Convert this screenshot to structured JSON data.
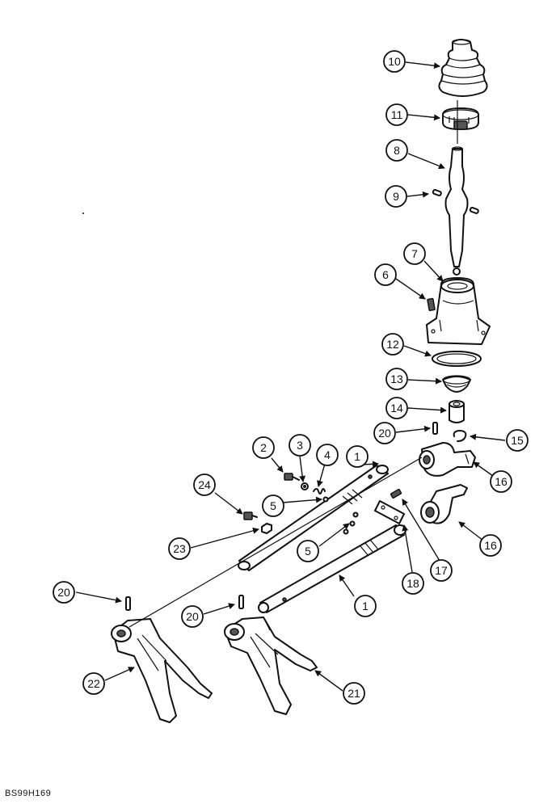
{
  "figure_ref": "BS99H169",
  "callouts": [
    {
      "id": "c10",
      "text": "10"
    },
    {
      "id": "c11",
      "text": "11"
    },
    {
      "id": "c8",
      "text": "8"
    },
    {
      "id": "c9",
      "text": "9"
    },
    {
      "id": "c7",
      "text": "7"
    },
    {
      "id": "c6",
      "text": "6"
    },
    {
      "id": "c12",
      "text": "12"
    },
    {
      "id": "c13",
      "text": "13"
    },
    {
      "id": "c14",
      "text": "14"
    },
    {
      "id": "c20a",
      "text": "20"
    },
    {
      "id": "c15",
      "text": "15"
    },
    {
      "id": "c2",
      "text": "2"
    },
    {
      "id": "c3",
      "text": "3"
    },
    {
      "id": "c4",
      "text": "4"
    },
    {
      "id": "c1a",
      "text": "1"
    },
    {
      "id": "c16a",
      "text": "16"
    },
    {
      "id": "c24",
      "text": "24"
    },
    {
      "id": "c5a",
      "text": "5"
    },
    {
      "id": "c16b",
      "text": "16"
    },
    {
      "id": "c23",
      "text": "23"
    },
    {
      "id": "c5b",
      "text": "5"
    },
    {
      "id": "c17",
      "text": "17"
    },
    {
      "id": "c18",
      "text": "18"
    },
    {
      "id": "c20b",
      "text": "20"
    },
    {
      "id": "c1b",
      "text": "1"
    },
    {
      "id": "c20c",
      "text": "20"
    },
    {
      "id": "c22",
      "text": "22"
    },
    {
      "id": "c21",
      "text": "21"
    }
  ]
}
